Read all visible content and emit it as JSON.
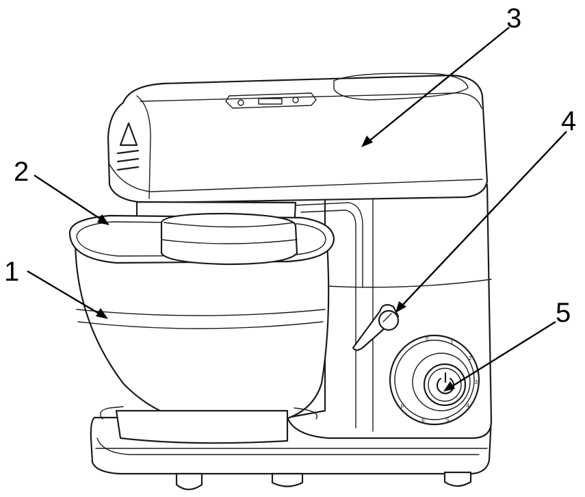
{
  "callouts": [
    {
      "id": "1",
      "label": "1"
    },
    {
      "id": "2",
      "label": "2"
    },
    {
      "id": "3",
      "label": "3"
    },
    {
      "id": "4",
      "label": "4"
    },
    {
      "id": "5",
      "label": "5"
    }
  ],
  "dial": {
    "marks": [
      "0",
      "1",
      "2",
      "3",
      "4",
      "5",
      "6",
      "P"
    ]
  },
  "colors": {
    "line": "#1a1a1a",
    "background": "#ffffff"
  }
}
